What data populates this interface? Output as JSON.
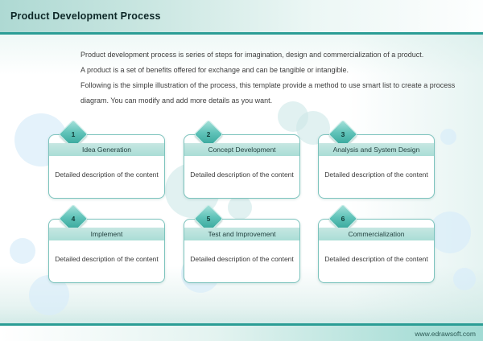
{
  "header": {
    "title": "Product Development Process"
  },
  "intro": {
    "lines": [
      "Product development process is series of steps for imagination, design and commercialization of a product.",
      "A product is a set of benefits offered for exchange and can be tangible or intangible.",
      "Following is the simple illustration of the process, this template provide a method to use smart list to create a process",
      "diagram. You can modify and add more details as you want."
    ]
  },
  "cards": [
    {
      "number": "1",
      "title": "Idea Generation",
      "description": "Detailed description of the content"
    },
    {
      "number": "2",
      "title": "Concept Development",
      "description": "Detailed description of the content"
    },
    {
      "number": "3",
      "title": "Analysis and System Design",
      "description": "Detailed description of the content"
    },
    {
      "number": "4",
      "title": "Implement",
      "description": "Detailed description of the content"
    },
    {
      "number": "5",
      "title": "Test and Improvement",
      "description": "Detailed description of the content"
    },
    {
      "number": "6",
      "title": "Commercialization",
      "description": "Detailed description of the content"
    }
  ],
  "footer": {
    "website": "www.edrawsoft.com"
  },
  "colors": {
    "accent": "#2b9d95",
    "card_border": "#7cc3bd",
    "band_teal": "#aedcd6",
    "diamond_teal": "#3aa89d",
    "header_teal": "#aed9d3",
    "bubble_blue": "#d9eef9",
    "bubble_teal": "#cfe9ec"
  }
}
